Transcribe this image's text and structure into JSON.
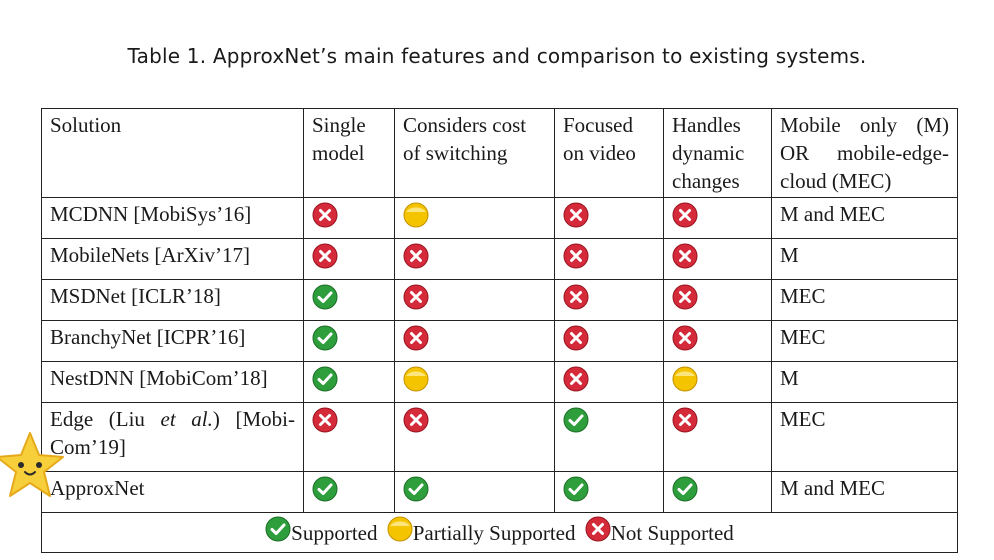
{
  "caption": "Table 1.  ApproxNet’s main features and comparison to existing systems.",
  "headers": {
    "solution": "Solution",
    "single_line1": "Single",
    "single_line2": "model",
    "switch_line1": "Considers cost",
    "switch_line2": "of switching",
    "video_line1": "Focused",
    "video_line2": "on video",
    "dyn_line1": "Handles",
    "dyn_line2": "dynamic",
    "dyn_line3": "changes",
    "mode_line1": "Mobile only (M)",
    "mode_line2": "OR mobile-edge-",
    "mode_line3": "cloud (MEC)"
  },
  "rows": [
    {
      "solution": "MCDNN [MobiSys’16]",
      "single": "no",
      "switching": "partial",
      "video": "no",
      "dynamic": "no",
      "mode": "M and MEC"
    },
    {
      "solution": "MobileNets [ArXiv’17]",
      "single": "no",
      "switching": "no",
      "video": "no",
      "dynamic": "no",
      "mode": "M"
    },
    {
      "solution": "MSDNet [ICLR’18]",
      "single": "yes",
      "switching": "no",
      "video": "no",
      "dynamic": "no",
      "mode": "MEC"
    },
    {
      "solution": "BranchyNet [ICPR’16]",
      "single": "yes",
      "switching": "no",
      "video": "no",
      "dynamic": "no",
      "mode": "MEC"
    },
    {
      "solution": "NestDNN [MobiCom’18]",
      "single": "yes",
      "switching": "partial",
      "video": "no",
      "dynamic": "partial",
      "mode": "M"
    },
    {
      "solution_a": "Edge (Liu ",
      "solution_em": "et al.",
      "solution_b": ") [Mobi-",
      "solution_line2": "Com’19]",
      "single": "no",
      "switching": "no",
      "video": "yes",
      "dynamic": "no",
      "mode": "MEC"
    },
    {
      "solution": "ApproxNet",
      "single": "yes",
      "switching": "yes",
      "video": "yes",
      "dynamic": "yes",
      "mode": "M and MEC"
    }
  ],
  "legend": {
    "supported": "Supported",
    "partial": "Partially Supported",
    "not": "Not Supported"
  },
  "icons": {
    "yes": "check-icon",
    "partial": "partial-circle-icon",
    "no": "cross-icon"
  },
  "colors": {
    "check": "#2e9e3c",
    "partial": "#f5c400",
    "cross": "#d42a3a",
    "star": "#f7cf3a"
  }
}
